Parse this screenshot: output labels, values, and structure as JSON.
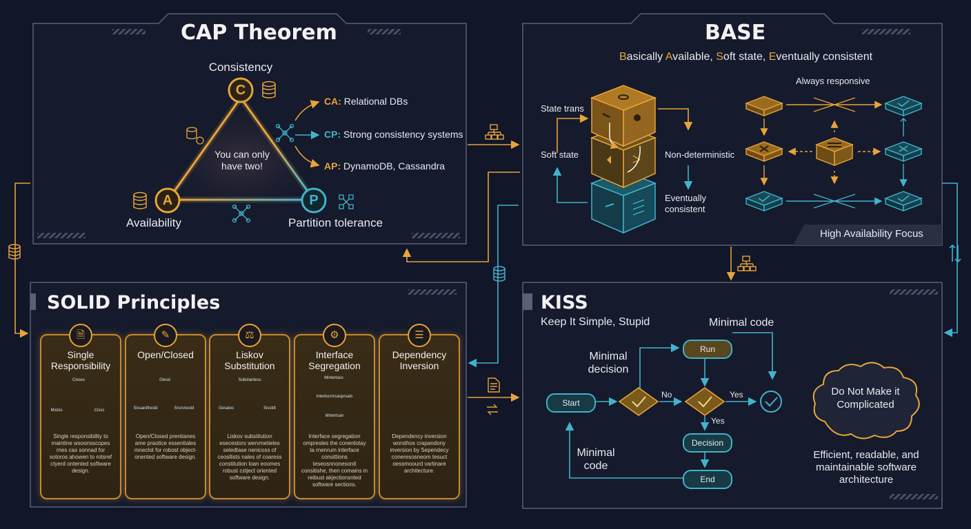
{
  "cap": {
    "title": "CAP Theorem",
    "consistency": "Consistency",
    "availability": "Availability",
    "partition": "Partition tolerance",
    "c_letter": "C",
    "a_letter": "A",
    "p_letter": "P",
    "center_text": "You can only have two!",
    "ca_key": "CA:",
    "ca_text": " Relational DBs",
    "cp_key": "CP:",
    "cp_text": " Strong consistency systems",
    "ap_key": "AP:",
    "ap_text": " DynamoDB, Cassandra"
  },
  "base": {
    "title": "BASE",
    "subtitle_b": "B",
    "subtitle_1": "asically ",
    "subtitle_a": "A",
    "subtitle_2": "vailable, ",
    "subtitle_s": "S",
    "subtitle_3": "oft state, ",
    "subtitle_e": "E",
    "subtitle_4": "ventually consistent",
    "state_trans": "State trans",
    "soft_state": "Soft state",
    "non_deterministic": "Non-deterministic",
    "eventually_consistent": "Eventually consistent",
    "always_responsive": "Always responsive",
    "footer": "High Availability Focus"
  },
  "solid": {
    "title": "SOLID Principles",
    "cards": [
      {
        "title": "Single Responsibility",
        "icon": "document-icon",
        "body": "Single responsibility to maintine wsoonsscopes rnes cas sonnad for sotoros ahowen to rotsref ctyerd ontented software design."
      },
      {
        "title": "Open/Closed",
        "icon": "edit-icon",
        "body": "Open/Closed prentianes ame praotice essentiales mneclot for robost object-onented software design."
      },
      {
        "title": "Liskov Substitution",
        "icon": "scales-icon",
        "body": "Liskov substitution esecestors wervmetieles seledtase nenicoss of ceosllists nales of coaress constitution loan eoomes robust cstject oriented software design."
      },
      {
        "title": "Interface Segregation",
        "icon": "gear-icon",
        "body": "Interface segregation ompresles the conenlotay ta rnenrum interface consittions teseosnnonesonit consitishe, then comains in reibust akjectionsnted software sections."
      },
      {
        "title": "Dependency Inversion",
        "icon": "hierarchy-icon",
        "body": "Dependency inversion worsthos crapandony inversion by Sependecy coneresosneom tesuct oessmoourd vartinare architecture."
      }
    ],
    "diagram_labels": {
      "srp": [
        "Cisses",
        "Mistss",
        "Cisss"
      ],
      "ocp": [
        "Glesd",
        "Sissardfrestd",
        "Srsrsnostd"
      ],
      "lsp": [
        "Substantess",
        "Gesalos",
        "Sisstitt"
      ],
      "isp": [
        "Mintertass",
        "Intertocrmsasprsats",
        "Mntertsan"
      ]
    }
  },
  "kiss": {
    "title": "KISS",
    "subtitle": "Keep It Simple, Stupid",
    "minimal_code_top": "Minimal code",
    "minimal_decision": "Minimal decision",
    "minimal_code_left": "Minimal code",
    "start": "Start",
    "run": "Run",
    "decision": "Decision",
    "end": "End",
    "no": "No",
    "yes_right": "Yes",
    "yes_down": "Yes",
    "cloud": "Do Not Make it Complicated",
    "tagline": "Efficient, readable, and maintainable software architecture"
  },
  "colors": {
    "background": "#111628",
    "orange": "#e8a43a",
    "cyan": "#42b3cc",
    "panel_border": "#5a6176"
  }
}
